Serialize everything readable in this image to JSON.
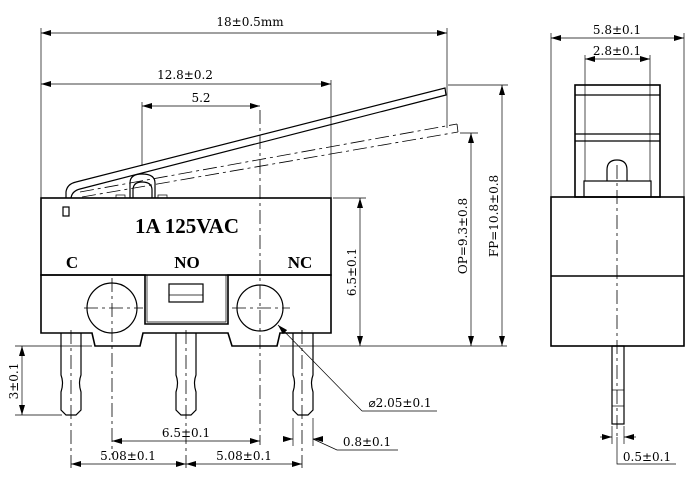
{
  "labels": {
    "rating": "1A  125VAC",
    "terminal_c": "C",
    "terminal_no": "NO",
    "terminal_nc": "NC"
  },
  "dimensions": {
    "overall_length": "18±0.5mm",
    "body_length": "12.8±0.2",
    "plunger_offset": "5.2",
    "body_height": "6.5±0.1",
    "operating_position": "OP=9.3±0.8",
    "free_position": "FP=10.8±0.8",
    "hole_spacing": "6.5±0.1",
    "pin_pitch_left": "5.08±0.1",
    "pin_pitch_right": "5.08±0.1",
    "pin_width": "0.8±0.1",
    "hole_diameter": "⌀2.05±0.1",
    "pin_length": "3±0.1",
    "side_width": "5.8±0.1",
    "plunger_width": "2.8±0.1",
    "pin_thickness": "0.5±0.1"
  }
}
